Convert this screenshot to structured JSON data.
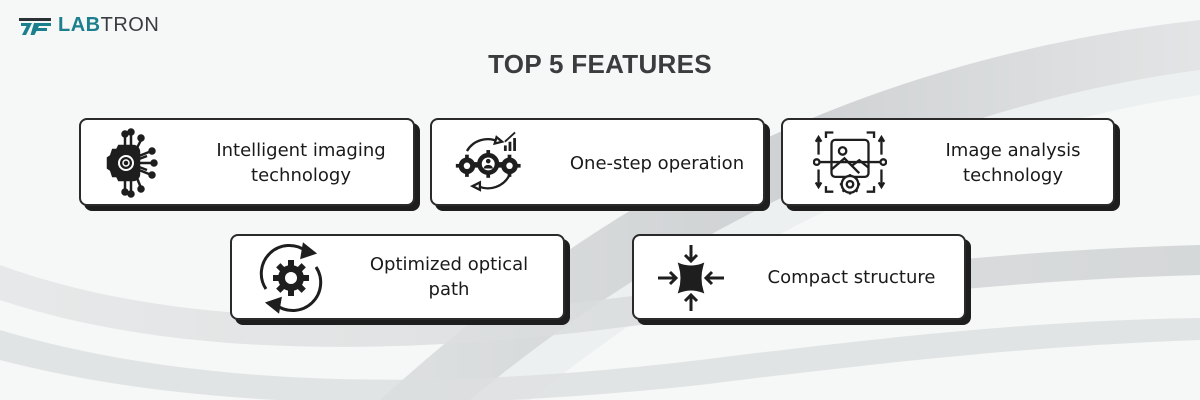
{
  "brand": {
    "logo_part1": "LAB",
    "logo_part2": "TRON",
    "accent_color": "#1b7f8e",
    "text_color": "#3a3d40"
  },
  "heading": {
    "title": "TOP 5 FEATURES"
  },
  "features": [
    {
      "label": "Intelligent imaging\ntechnology",
      "icon": "chip-gear-icon"
    },
    {
      "label": "One-step operation",
      "icon": "gears-cycle-icon"
    },
    {
      "label": "Image analysis\ntechnology",
      "icon": "image-analysis-icon"
    },
    {
      "label": "Optimized optical\npath",
      "icon": "gear-refresh-icon"
    },
    {
      "label": "Compact structure",
      "icon": "compress-arrows-icon"
    }
  ]
}
